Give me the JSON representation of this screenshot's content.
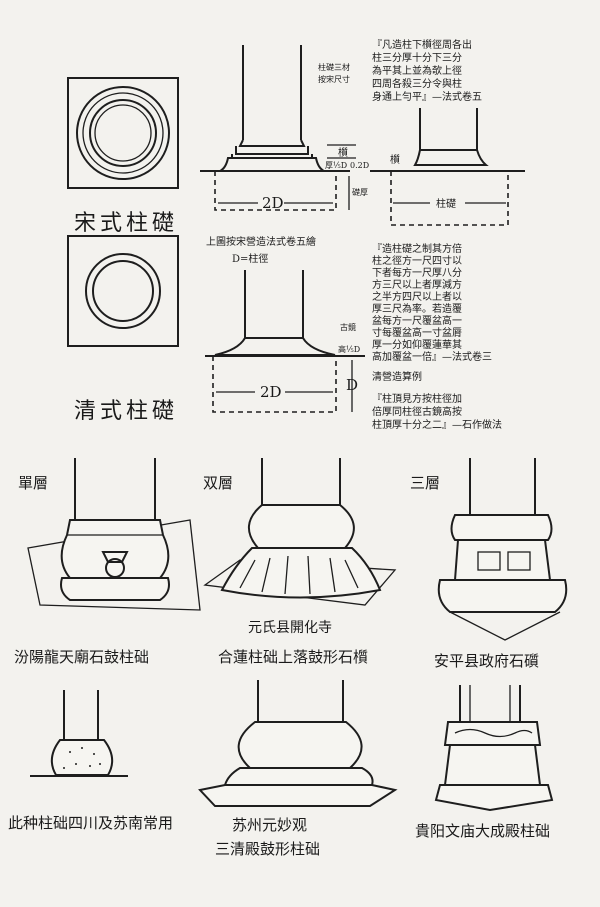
{
  "song": {
    "title": "宋式柱礎",
    "dim_2d": "2D",
    "caption": "上圖按宋營造法式卷五繪",
    "legend": "D=柱徑",
    "side_note": [
      "柱礎三材",
      "按宋尺寸"
    ],
    "labels": {
      "zhi": "櫍",
      "thickness": "厚⅕D",
      "offset": "0.2D",
      "base_depth": "礎厚",
      "plinth": "柱礎"
    },
    "quote": [
      "『凡造柱下櫍徑周各出",
      "柱三分厚十分下三分",
      "為平其上並為欹上徑",
      "四周各殺三分令與柱",
      "身通上勻平』—法式卷五"
    ]
  },
  "qing": {
    "title": "清式柱礎",
    "dim_2d": "2D",
    "labels": {
      "mirror": "古鏡",
      "height": "高⅕D",
      "d": "D"
    },
    "quote": [
      "『造柱礎之制其方倍",
      "柱之徑方一尺四寸以",
      "下者每方一尺厚八分",
      "方三尺以上者厚減方",
      "之半方四尺以上者以",
      "厚三尺為率。若造覆",
      "盆每方一尺覆盆高一",
      "寸每覆盆高一寸盆脣",
      "厚一分如仰覆蓮華其",
      "高加覆盆一倍』—法式卷三"
    ],
    "rule_title": "清營造算例",
    "rule": [
      "『柱頂見方按柱徑加",
      "倍厚同柱徑古鏡高按",
      "柱頂厚十分之二』—石作做法"
    ]
  },
  "types": {
    "single": "單層",
    "double": "双層",
    "triple": "三層"
  },
  "examples": [
    {
      "caption": [
        "汾陽龍天廟石鼓柱础"
      ]
    },
    {
      "caption": [
        "元氏县開化寺",
        "合蓮柱础上落鼓形石櫍"
      ]
    },
    {
      "caption": [
        "安平县政府石礩"
      ]
    },
    {
      "caption": [
        "此种柱础四川及苏南常用"
      ]
    },
    {
      "caption": [
        "苏州元妙观",
        "三清殿鼓形柱础"
      ]
    },
    {
      "caption": [
        "貴阳文庙大成殿柱础"
      ]
    }
  ]
}
